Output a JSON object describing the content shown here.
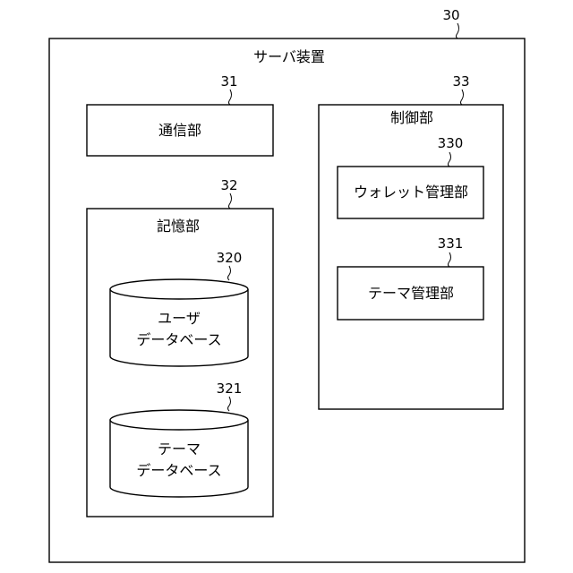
{
  "server": {
    "ref": "30",
    "title": "サーバ装置"
  },
  "communication_unit": {
    "ref": "31",
    "label": "通信部"
  },
  "storage_unit": {
    "ref": "32",
    "label": "記憶部",
    "user_db": {
      "ref": "320",
      "line1": "ユーザ",
      "line2": "データベース"
    },
    "theme_db": {
      "ref": "321",
      "line1": "テーマ",
      "line2": "データベース"
    }
  },
  "control_unit": {
    "ref": "33",
    "label": "制御部",
    "wallet_manager": {
      "ref": "330",
      "label": "ウォレット管理部"
    },
    "theme_manager": {
      "ref": "331",
      "label": "テーマ管理部"
    }
  }
}
